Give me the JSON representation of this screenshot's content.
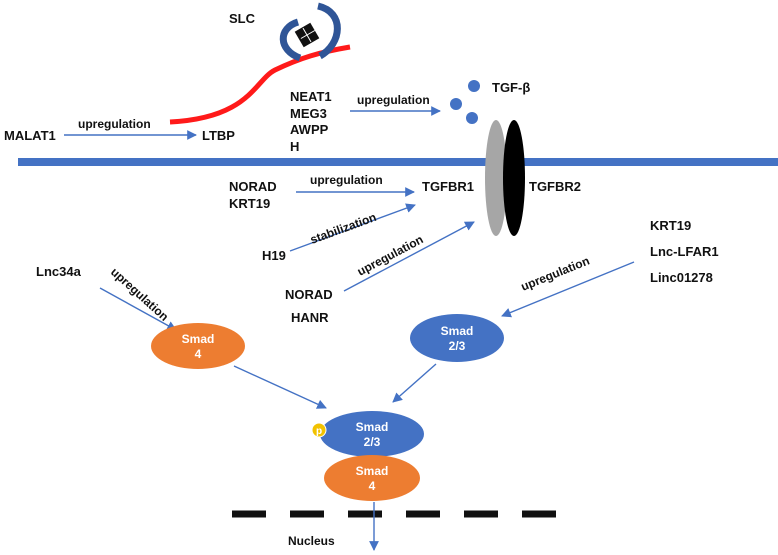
{
  "colors": {
    "membrane": "#4472c4",
    "arrow": "#4472c4",
    "smad4": "#ed7d31",
    "smad23": "#4472c4",
    "ligand": "#4472c4",
    "phospho": "#f2c200",
    "red_line": "#ff1a1a",
    "receptor1": "#a6a6a6",
    "receptor2": "#000000",
    "nuclear_membrane": "#111111"
  },
  "labels": {
    "slc": "SLC",
    "tgf_beta": "TGF-β",
    "malat1": "MALAT1",
    "ltbp": "LTBP",
    "neat1": "NEAT1",
    "meg3": "MEG3",
    "awpp": "AWPP",
    "h": "H",
    "tgfbr1": "TGFBR1",
    "tgfbr2": "TGFBR2",
    "norad_top": "NORAD",
    "krt19_left": "KRT19",
    "h19": "H19",
    "norad_bottom": "NORAD",
    "hanr": "HANR",
    "lnc34a": "Lnc34a",
    "krt19_right": "KRT19",
    "lnc_lfar1": "Lnc-LFAR1",
    "linc01278": "Linc01278",
    "nucleus": "Nucleus"
  },
  "edges": {
    "malat1_ltbp": "upregulation",
    "neat1_tgfb": "upregulation",
    "norad_tgfbr1": "upregulation",
    "h19_tgfbr1": "stabilization",
    "norad_hanr_tgfbr1": "upregulation",
    "lnc34a_smad4": "upregulation",
    "krt19_smad23": "upregulation"
  },
  "nodes": {
    "smad4_top": {
      "line1": "Smad",
      "line2": "4"
    },
    "smad23_top": {
      "line1": "Smad",
      "line2": "2/3"
    },
    "smad23_complex": {
      "line1": "Smad",
      "line2": "2/3"
    },
    "smad4_complex": {
      "line1": "Smad",
      "line2": "4"
    },
    "phospho": "p"
  }
}
